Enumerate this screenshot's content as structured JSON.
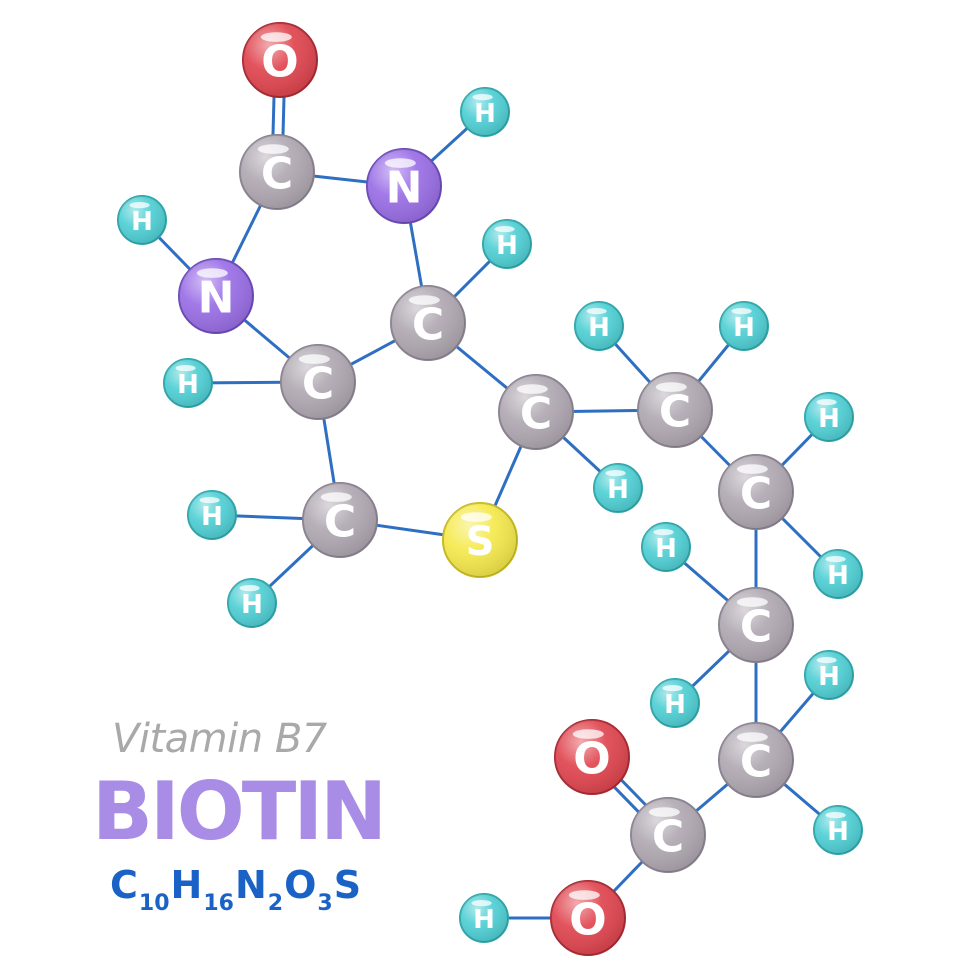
{
  "title": {
    "subtitle": "Vitamin B7",
    "name": "BIOTIN"
  },
  "formula": [
    {
      "el": "C",
      "n": "10"
    },
    {
      "el": "H",
      "n": "16"
    },
    {
      "el": "N",
      "n": "2"
    },
    {
      "el": "O",
      "n": "3"
    },
    {
      "el": "S",
      "n": ""
    }
  ],
  "colors": {
    "carbon": "#b0a8b2",
    "hydrogen": "#4fcfd4",
    "nitrogen": "#9a6ee6",
    "oxygen": "#e0454f",
    "sulfur": "#f5e94c",
    "bond": "#2e6fc2",
    "title": "#a98ce6",
    "formula": "#1b62c7",
    "subtitle": "#a9a9a9"
  },
  "atoms": [
    {
      "id": "O1",
      "el": "O"
    },
    {
      "id": "C1",
      "el": "C"
    },
    {
      "id": "N1",
      "el": "N"
    },
    {
      "id": "H1",
      "el": "H"
    },
    {
      "id": "H2",
      "el": "H"
    },
    {
      "id": "N2",
      "el": "N"
    },
    {
      "id": "C2",
      "el": "C"
    },
    {
      "id": "H3",
      "el": "H"
    },
    {
      "id": "C3",
      "el": "C"
    },
    {
      "id": "H4",
      "el": "H"
    },
    {
      "id": "C4",
      "el": "C"
    },
    {
      "id": "H5",
      "el": "H"
    },
    {
      "id": "H6",
      "el": "H"
    },
    {
      "id": "S1",
      "el": "S"
    },
    {
      "id": "C5",
      "el": "C"
    },
    {
      "id": "H7",
      "el": "H"
    },
    {
      "id": "C6",
      "el": "C"
    },
    {
      "id": "H8",
      "el": "H"
    },
    {
      "id": "H9",
      "el": "H"
    },
    {
      "id": "C7",
      "el": "C"
    },
    {
      "id": "H10",
      "el": "H"
    },
    {
      "id": "H11",
      "el": "H"
    },
    {
      "id": "C8",
      "el": "C"
    },
    {
      "id": "H12",
      "el": "H"
    },
    {
      "id": "H13",
      "el": "H"
    },
    {
      "id": "C9",
      "el": "C"
    },
    {
      "id": "H14",
      "el": "H"
    },
    {
      "id": "H15",
      "el": "H"
    },
    {
      "id": "C10",
      "el": "C"
    },
    {
      "id": "O2",
      "el": "O"
    },
    {
      "id": "O3",
      "el": "O"
    },
    {
      "id": "H16",
      "el": "H"
    },
    {
      "id": "H17",
      "el": "H"
    }
  ],
  "bonds": [
    [
      "O1",
      "C1",
      2
    ],
    [
      "C1",
      "N1",
      1
    ],
    [
      "C1",
      "N2",
      1
    ],
    [
      "N1",
      "H1",
      1
    ],
    [
      "N1",
      "C2",
      1
    ],
    [
      "N2",
      "H2",
      1
    ],
    [
      "N2",
      "C3",
      1
    ],
    [
      "C2",
      "H3",
      1
    ],
    [
      "C2",
      "C3",
      1
    ],
    [
      "C2",
      "C5",
      1
    ],
    [
      "C3",
      "H4",
      1
    ],
    [
      "C3",
      "C4",
      1
    ],
    [
      "C4",
      "H5",
      1
    ],
    [
      "C4",
      "H6",
      1
    ],
    [
      "C4",
      "S1",
      1
    ],
    [
      "S1",
      "C5",
      1
    ],
    [
      "C5",
      "H7",
      1
    ],
    [
      "C5",
      "C6",
      1
    ],
    [
      "C6",
      "H8",
      1
    ],
    [
      "C6",
      "H9",
      1
    ],
    [
      "C6",
      "C7",
      1
    ],
    [
      "C7",
      "H10",
      1
    ],
    [
      "C7",
      "H11",
      1
    ],
    [
      "C7",
      "C8",
      1
    ],
    [
      "C8",
      "H12",
      1
    ],
    [
      "C8",
      "H13",
      1
    ],
    [
      "C8",
      "C9",
      1
    ],
    [
      "C9",
      "H14",
      1
    ],
    [
      "C9",
      "H15",
      1
    ],
    [
      "C9",
      "C10",
      1
    ],
    [
      "C10",
      "O2",
      2
    ],
    [
      "C10",
      "O3",
      1
    ],
    [
      "O3",
      "H16",
      1
    ]
  ]
}
